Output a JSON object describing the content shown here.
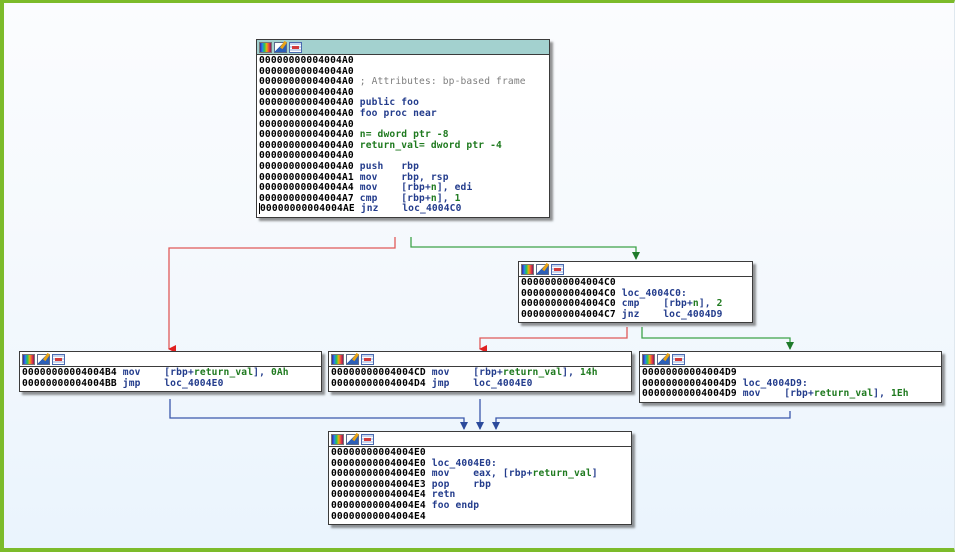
{
  "view": {
    "type": "IDA graph view",
    "function": "foo"
  },
  "colors": {
    "frame_border": "#7cbb2a",
    "edge_true": "#e05050",
    "edge_false": "#2e9a3a",
    "edge_uncond": "#3050a8",
    "selected_header": "#a3d1cf"
  },
  "header_icons": [
    "graph-colors-icon",
    "edit-block-icon",
    "block-list-icon"
  ],
  "blocks": {
    "entry": {
      "lines": [
        {
          "addr": "00000000004004A0",
          "text": ""
        },
        {
          "addr": "00000000004004A0",
          "text": ""
        },
        {
          "addr": "00000000004004A0",
          "comment": "; Attributes: bp-based frame"
        },
        {
          "addr": "00000000004004A0",
          "text": ""
        },
        {
          "addr": "00000000004004A0",
          "directive": "public foo"
        },
        {
          "addr": "00000000004004A0",
          "directive": "foo proc near"
        },
        {
          "addr": "00000000004004A0",
          "text": ""
        },
        {
          "addr": "00000000004004A0",
          "var": "n= dword ptr -8"
        },
        {
          "addr": "00000000004004A0",
          "var": "return_val= dword ptr -4"
        },
        {
          "addr": "00000000004004A0",
          "text": ""
        },
        {
          "addr": "00000000004004A0",
          "mnem": "push",
          "ops": "rbp"
        },
        {
          "addr": "00000000004004A1",
          "mnem": "mov",
          "ops": "rbp, rsp"
        },
        {
          "addr": "00000000004004A4",
          "mnem": "mov",
          "ops": "[rbp+n], edi"
        },
        {
          "addr": "00000000004004A7",
          "mnem": "cmp",
          "ops": "[rbp+n], 1"
        },
        {
          "addr": "00000000004004AE",
          "mnem": "jnz",
          "ops": "loc_4004C0"
        }
      ]
    },
    "loc_4004C0": {
      "lines": [
        {
          "addr": "00000000004004C0",
          "text": ""
        },
        {
          "addr": "00000000004004C0",
          "directive": "loc_4004C0:"
        },
        {
          "addr": "00000000004004C0",
          "mnem": "cmp",
          "ops": "[rbp+n], 2"
        },
        {
          "addr": "00000000004004C7",
          "mnem": "jnz",
          "ops": "loc_4004D9"
        }
      ]
    },
    "block_4004B4": {
      "lines": [
        {
          "addr": "00000000004004B4",
          "mnem": "mov",
          "ops": "[rbp+return_val], 0Ah"
        },
        {
          "addr": "00000000004004BB",
          "mnem": "jmp",
          "ops": "loc_4004E0"
        }
      ]
    },
    "block_4004CD": {
      "lines": [
        {
          "addr": "00000000004004CD",
          "mnem": "mov",
          "ops": "[rbp+return_val], 14h"
        },
        {
          "addr": "00000000004004D4",
          "mnem": "jmp",
          "ops": "loc_4004E0"
        }
      ]
    },
    "loc_4004D9": {
      "lines": [
        {
          "addr": "00000000004004D9",
          "text": ""
        },
        {
          "addr": "00000000004004D9",
          "directive": "loc_4004D9:"
        },
        {
          "addr": "00000000004004D9",
          "mnem": "mov",
          "ops": "[rbp+return_val], 1Eh"
        }
      ]
    },
    "loc_4004E0": {
      "lines": [
        {
          "addr": "00000000004004E0",
          "text": ""
        },
        {
          "addr": "00000000004004E0",
          "directive": "loc_4004E0:"
        },
        {
          "addr": "00000000004004E0",
          "mnem": "mov",
          "ops": "eax, [rbp+return_val]"
        },
        {
          "addr": "00000000004004E3",
          "mnem": "pop",
          "ops": "rbp"
        },
        {
          "addr": "00000000004004E4",
          "mnem": "retn",
          "ops": ""
        },
        {
          "addr": "00000000004004E4",
          "directive": "foo endp"
        },
        {
          "addr": "00000000004004E4",
          "text": ""
        }
      ]
    }
  },
  "edges": [
    {
      "from": "entry",
      "to": "block_4004B4",
      "kind": "true"
    },
    {
      "from": "entry",
      "to": "loc_4004C0",
      "kind": "false"
    },
    {
      "from": "loc_4004C0",
      "to": "block_4004CD",
      "kind": "true"
    },
    {
      "from": "loc_4004C0",
      "to": "loc_4004D9",
      "kind": "false"
    },
    {
      "from": "block_4004B4",
      "to": "loc_4004E0",
      "kind": "uncond"
    },
    {
      "from": "block_4004CD",
      "to": "loc_4004E0",
      "kind": "uncond"
    },
    {
      "from": "loc_4004D9",
      "to": "loc_4004E0",
      "kind": "uncond"
    }
  ]
}
